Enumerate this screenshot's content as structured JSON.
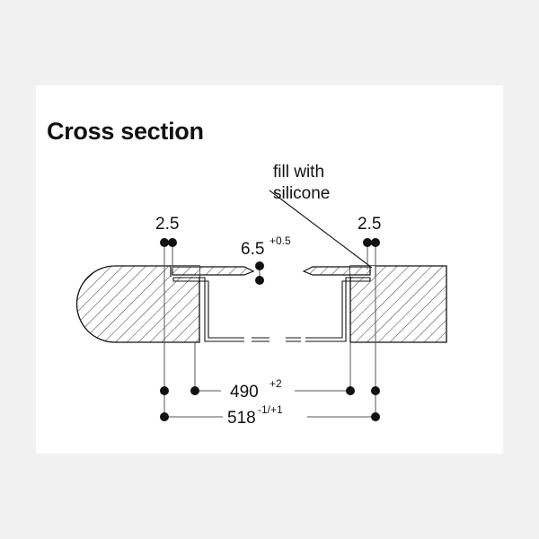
{
  "title": "Cross section",
  "note": {
    "line1": "fill with",
    "line2": "silicone"
  },
  "dimensions": {
    "gap_left": "2.5",
    "gap_right": "2.5",
    "depth_value": "6.5",
    "depth_tol": "+0.5",
    "inner_width_value": "490",
    "inner_width_tol": "+2",
    "outer_width_value": "518",
    "outer_width_tol": "-1/+1"
  },
  "colors": {
    "ink": "#111111",
    "dimension_line": "#555555",
    "page_background": "#f1f1f1",
    "panel_background": "#ffffff"
  }
}
